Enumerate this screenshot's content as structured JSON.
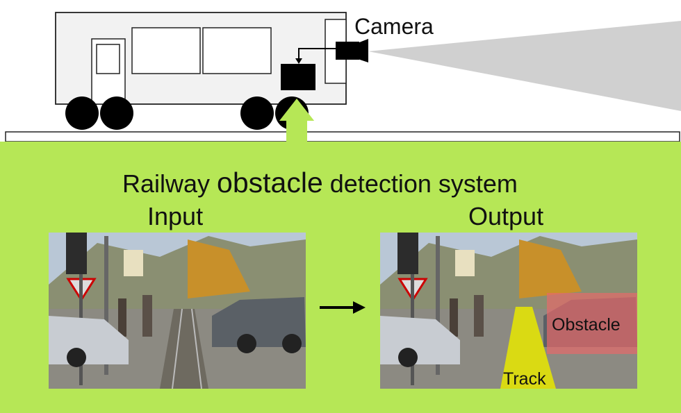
{
  "labels": {
    "camera": "Camera",
    "title_prefix": "Railway ",
    "title_highlight": "obstacle",
    "title_suffix": " detection system",
    "input": "Input",
    "output": "Output",
    "obstacle": "Obstacle",
    "track": "Track"
  },
  "colors": {
    "panel_green": "#b6e756",
    "camera_cone": "#d0d0d0",
    "track_overlay": "#e8e800",
    "obstacle_overlay": "#e66a6a"
  }
}
